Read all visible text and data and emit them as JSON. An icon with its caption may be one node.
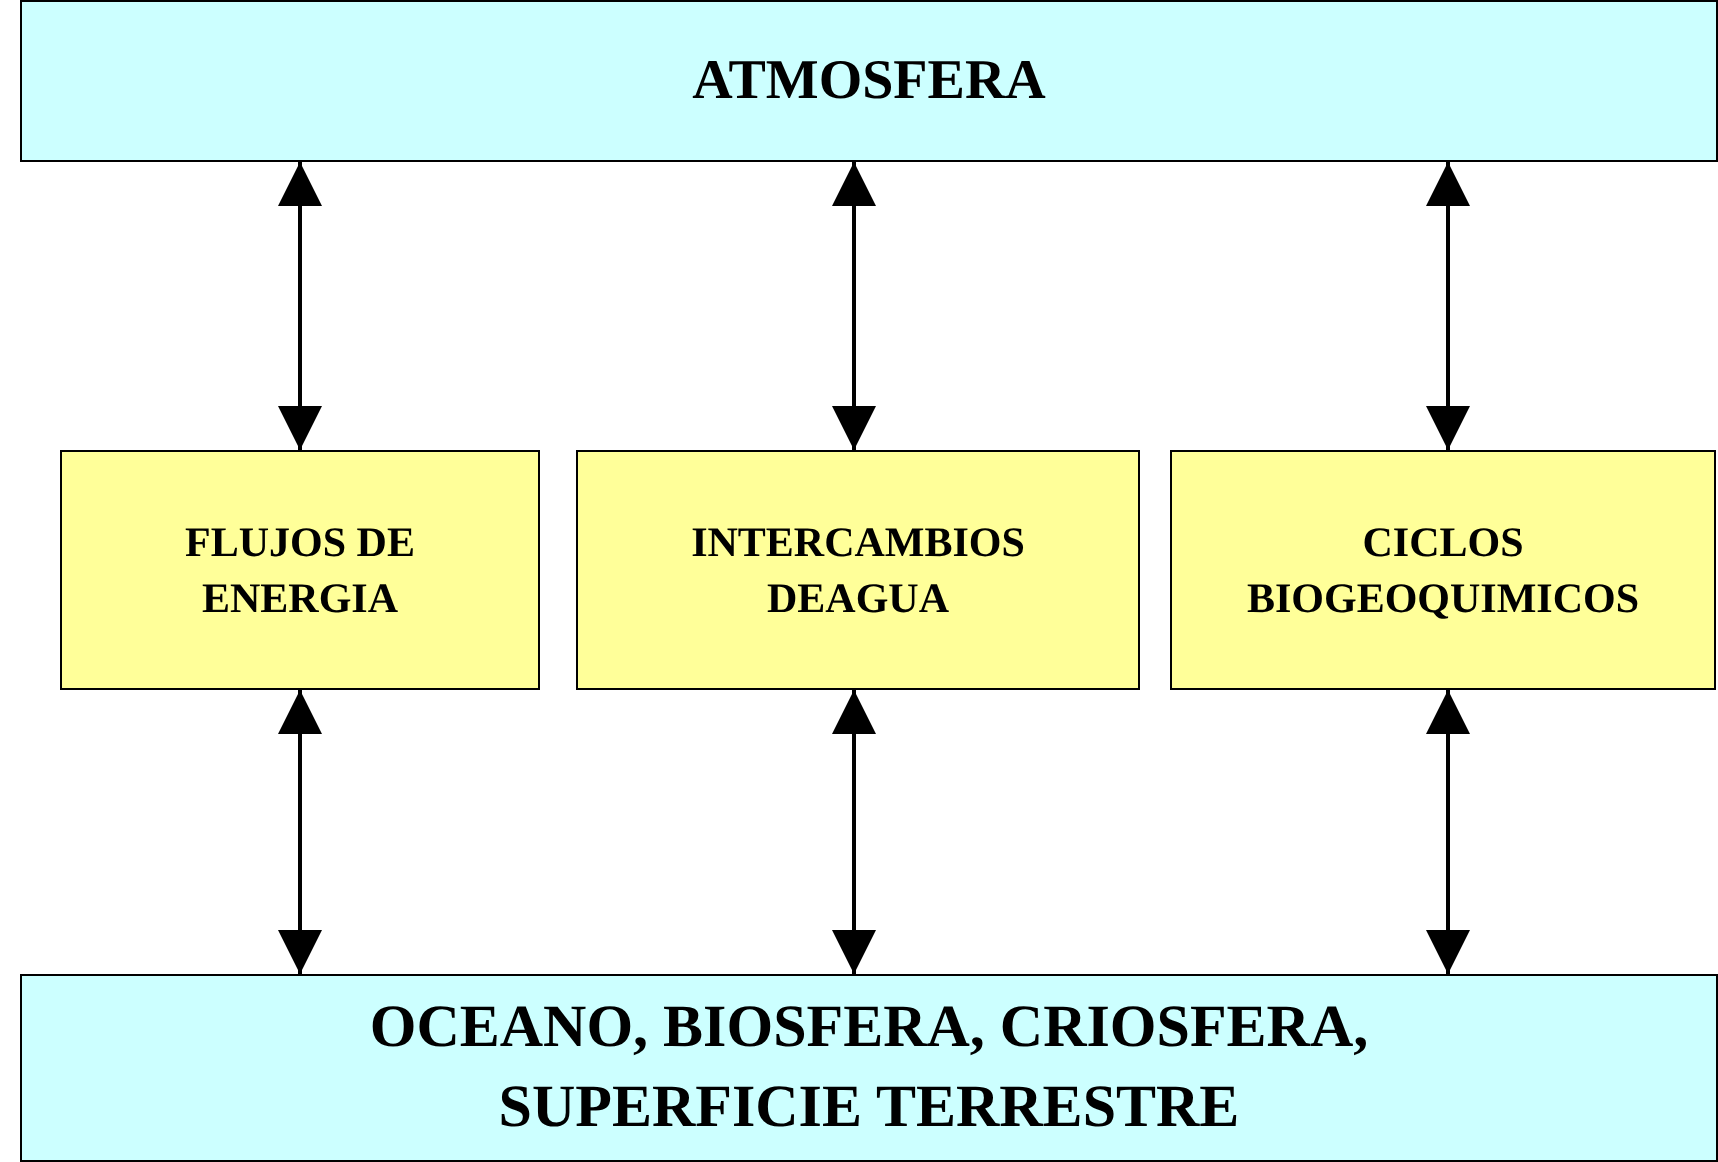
{
  "diagram": {
    "nodes": [
      {
        "text": [
          "ATMOSFERA"
        ]
      },
      {
        "text": [
          "FLUJOS DE ENERGIA"
        ]
      },
      {
        "text": [
          "INTERCAMBIOS DEAGUA"
        ]
      },
      {
        "text": [
          "CICLOS BIOGEOQUIMICOS"
        ]
      },
      {
        "text": [
          "OCEANO, BIOSFERA, CRIOSFERA, SUPERFICIE TERRESTRE"
        ]
      }
    ],
    "edges": [
      {
        "from": 0,
        "to": 1,
        "arrow": "both"
      },
      {
        "from": 0,
        "to": 2,
        "arrow": "both"
      },
      {
        "from": 0,
        "to": 3,
        "arrow": "both"
      },
      {
        "from": 1,
        "to": 4,
        "arrow": "both"
      },
      {
        "from": 2,
        "to": 4,
        "arrow": "both"
      },
      {
        "from": 3,
        "to": 4,
        "arrow": "both"
      }
    ]
  }
}
